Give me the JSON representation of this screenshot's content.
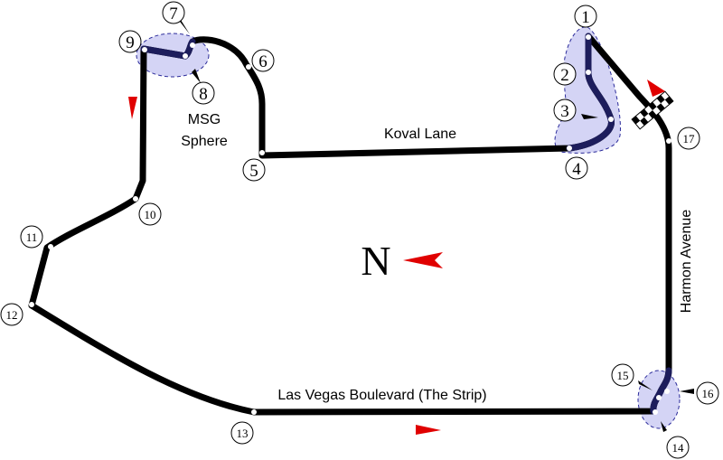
{
  "map": {
    "title": "Las Vegas Strip Circuit",
    "streets": {
      "koval": "Koval Lane",
      "harmon": "Harmon Avenue",
      "strip": "Las Vegas Boulevard (The Strip)"
    },
    "landmarks": {
      "sphere_line1": "MSG",
      "sphere_line2": "Sphere"
    },
    "compass": {
      "label": "N",
      "arrow_color": "#e00000"
    },
    "turns": [
      "1",
      "2",
      "3",
      "4",
      "5",
      "6",
      "7",
      "8",
      "9",
      "10",
      "11",
      "12",
      "13",
      "14",
      "15",
      "16",
      "17"
    ],
    "colors": {
      "track": "#000000",
      "zone_fill": "#c9c9f2",
      "zone_stroke": "#2b2b9a",
      "direction_arrow": "#e00000"
    }
  }
}
